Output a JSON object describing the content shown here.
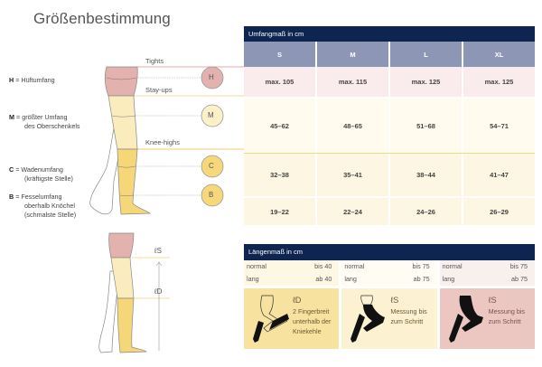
{
  "title": "Größenbestimmung",
  "legend": {
    "H": {
      "key": "H",
      "text": "Hüftumfang"
    },
    "M": {
      "key": "M",
      "text_line1": "größter Umfang",
      "text_line2": "des Oberschenkels"
    },
    "C": {
      "key": "C",
      "text_line1": "Wadenumfang",
      "text_line2": "(kräftigste Stelle)"
    },
    "B": {
      "key": "B",
      "text_line1": "Fesselumfang",
      "text_line2": "oberhalb Knöchel",
      "text_line3": "(schmalste Stelle)"
    }
  },
  "zones": {
    "tights": "Tights",
    "stayups": "Stay-ups",
    "kneehighs": "Knee-highs"
  },
  "markers": [
    "H",
    "M",
    "C",
    "B"
  ],
  "length_markers": {
    "ls": "ℓS",
    "ld": "ℓD"
  },
  "circumference_table": {
    "header": "Umfangmaß in cm",
    "sizes": [
      "S",
      "M",
      "L",
      "XL"
    ],
    "rows": [
      {
        "key": "H",
        "values": [
          "max. 105",
          "max. 115",
          "max. 125",
          "max. 125"
        ]
      },
      {
        "key": "M",
        "values": [
          "45–62",
          "48–65",
          "51–68",
          "54–71"
        ]
      },
      {
        "key": "C",
        "values": [
          "32–38",
          "35–41",
          "38–44",
          "41–47"
        ]
      },
      {
        "key": "B",
        "values": [
          "19–22",
          "22–24",
          "24–26",
          "26–29"
        ]
      }
    ]
  },
  "length_table": {
    "header": "Längenmaß in cm",
    "columns": [
      {
        "rows": [
          {
            "label": "normal",
            "value": "bis 40"
          },
          {
            "label": "lang",
            "value": "ab 40"
          }
        ],
        "symbol": "ℓD",
        "desc_line1": "2 Fingerbreit",
        "desc_line2": "unterhalb der",
        "desc_line3": "Kniekehle"
      },
      {
        "rows": [
          {
            "label": "normal",
            "value": "bis 75"
          },
          {
            "label": "lang",
            "value": "ab 75"
          }
        ],
        "symbol": "ℓS",
        "desc_line1": "Messung bis",
        "desc_line2": "zum Schritt"
      },
      {
        "rows": [
          {
            "label": "normal",
            "value": "bis 75"
          },
          {
            "label": "lang",
            "value": "ab 75"
          }
        ],
        "symbol": "ℓS",
        "desc_line1": "Messung bis",
        "desc_line2": "zum Schritt"
      }
    ]
  },
  "colors": {
    "navy": "#0d2550",
    "size_header": "#8e96b5",
    "pink": "#e8b8b4",
    "light_yellow": "#fcefc2",
    "yellow": "#f6d87a"
  }
}
